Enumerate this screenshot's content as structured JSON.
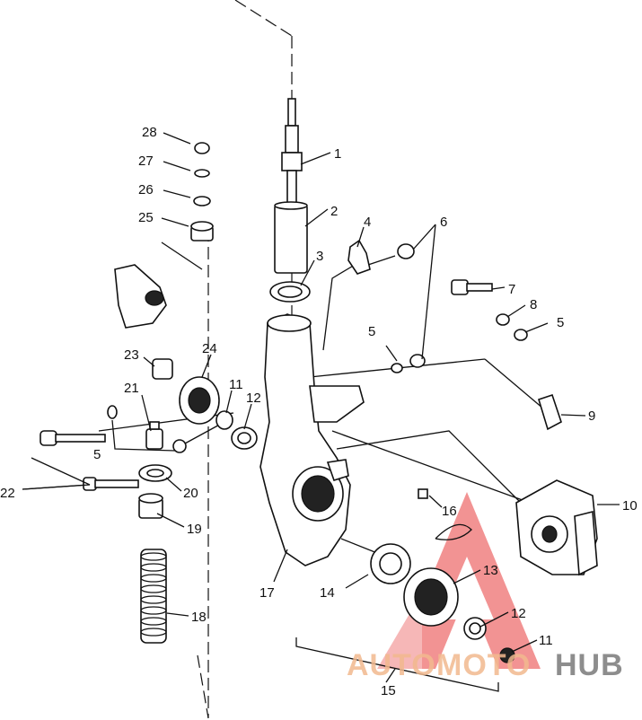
{
  "callouts": [
    {
      "id": "1",
      "label": "1"
    },
    {
      "id": "2",
      "label": "2"
    },
    {
      "id": "3",
      "label": "3"
    },
    {
      "id": "4",
      "label": "4"
    },
    {
      "id": "6",
      "label": "6"
    },
    {
      "id": "7",
      "label": "7"
    },
    {
      "id": "8",
      "label": "8"
    },
    {
      "id": "5a",
      "label": "5"
    },
    {
      "id": "5b",
      "label": "5"
    },
    {
      "id": "5c",
      "label": "5"
    },
    {
      "id": "9",
      "label": "9"
    },
    {
      "id": "10",
      "label": "10"
    },
    {
      "id": "11a",
      "label": "11"
    },
    {
      "id": "11b",
      "label": "11"
    },
    {
      "id": "12a",
      "label": "12"
    },
    {
      "id": "12b",
      "label": "12"
    },
    {
      "id": "13",
      "label": "13"
    },
    {
      "id": "14",
      "label": "14"
    },
    {
      "id": "15",
      "label": "15"
    },
    {
      "id": "16",
      "label": "16"
    },
    {
      "id": "17",
      "label": "17"
    },
    {
      "id": "18",
      "label": "18"
    },
    {
      "id": "19",
      "label": "19"
    },
    {
      "id": "20",
      "label": "20"
    },
    {
      "id": "21",
      "label": "21"
    },
    {
      "id": "22",
      "label": "22"
    },
    {
      "id": "23",
      "label": "23"
    },
    {
      "id": "24",
      "label": "24"
    },
    {
      "id": "25",
      "label": "25"
    },
    {
      "id": "26",
      "label": "26"
    },
    {
      "id": "27",
      "label": "27"
    },
    {
      "id": "28",
      "label": "28"
    }
  ],
  "watermark": {
    "part1": "AUTO",
    "part2": "MOTO",
    "part3": "HUB",
    "color_primary": "#f2b98f",
    "color_secondary": "#7a7a7a",
    "triangle_color": "#ee6f6f"
  }
}
